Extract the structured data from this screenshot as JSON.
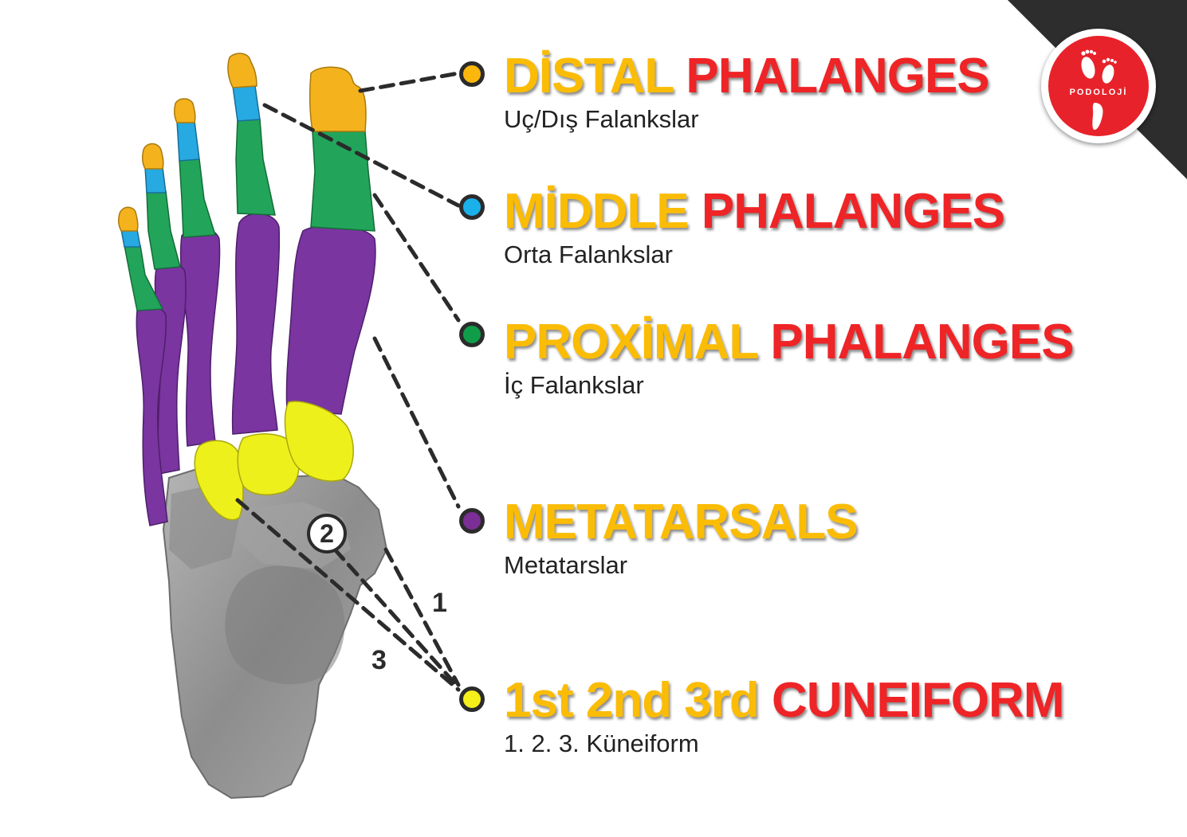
{
  "labels": [
    {
      "part1": "DİSTAL",
      "part2": "PHALANGES",
      "sub": "Uç/Dış Falankslar",
      "color": "#fbb70c"
    },
    {
      "part1": "MİDDLE",
      "part2": "PHALANGES",
      "sub": "Orta Falankslar",
      "color": "#1ab0ea"
    },
    {
      "part1": "PROXİMAL",
      "part2": "PHALANGES",
      "sub": "İç Falankslar",
      "color": "#0f9d4a"
    },
    {
      "part1": "METATARSALS",
      "part2": "",
      "sub": "Metatarslar",
      "color": "#7b2f96"
    },
    {
      "part1": "1st 2nd 3rd",
      "part2": "CUNEIFORM",
      "sub": "1. 2. 3. Küneiform",
      "color": "#f5f01a"
    }
  ],
  "callouts": {
    "one": "1",
    "two": "2",
    "three": "3"
  },
  "logo": {
    "text": "PODOLOJİ",
    "icon": "footprints-icon",
    "color": "#e8222a"
  },
  "colors": {
    "yellow_title": "#fbbc06",
    "red_title": "#ee2426",
    "bone": "#9c9c9c",
    "distal": "#f4b21d",
    "middle": "#27a9e1",
    "proximal": "#22a55a",
    "metatarsal": "#7a35a0",
    "cuneiform": "#eef01b"
  }
}
